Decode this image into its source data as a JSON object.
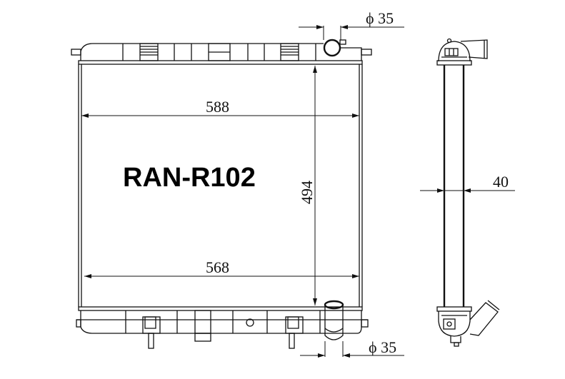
{
  "part_number": "RAN-R102",
  "dimensions": {
    "top_inlet_diameter": "ϕ 35",
    "bottom_outlet_diameter": "ϕ 35",
    "tank_width": "588",
    "core_width": "568",
    "core_height": "494",
    "core_thickness": "40"
  },
  "colors": {
    "line": "#111111",
    "background": "#ffffff"
  }
}
